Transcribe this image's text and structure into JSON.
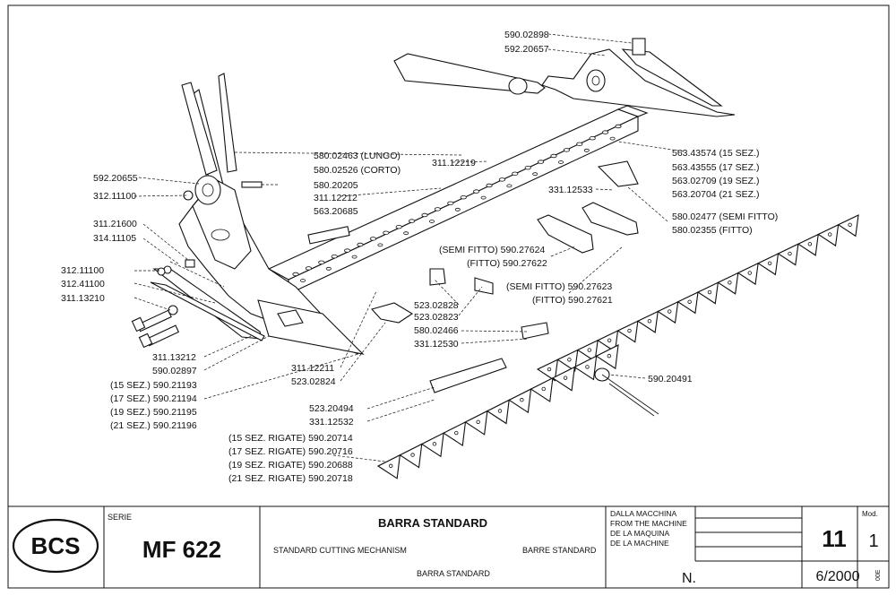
{
  "drawing": {
    "callouts": {
      "c1": "590.02898",
      "c2": "592.20657",
      "c3a": "580.02463 (LUNGO)",
      "c3b": "580.02526 (CORTO)",
      "c4": "592.20655",
      "c5": "312.11100",
      "c6": "580.20205",
      "c7": "311.12212",
      "c8": "563.20685",
      "c9": "311.12219",
      "c10a": "563.43574 (15 SEZ.)",
      "c10b": "563.43555 (17 SEZ.)",
      "c10c": "563.02709 (19 SEZ.)",
      "c10d": "563.20704 (21 SEZ.)",
      "c11": "331.12533",
      "c12a": "580.02477 (SEMI FITTO)",
      "c12b": "580.02355 (FITTO)",
      "c13": "311.21600",
      "c14": "314.11105",
      "c15a": "(SEMI FITTO) 590.27624",
      "c15b": "(FITTO) 590.27622",
      "c16": "312.11100",
      "c17": "312.41100",
      "c18": "311.13210",
      "c19a": "(SEMI FITTO) 590.27623",
      "c19b": "(FITTO) 590.27621",
      "c20": "523.02828",
      "c21": "523.02823",
      "c22": "580.02466",
      "c23": "331.12530",
      "c24": "311.13212",
      "c25": "590.02897",
      "c26": "311.12211",
      "c27": "523.02824",
      "c28": "590.20491",
      "c29a": "(15 SEZ.) 590.21193",
      "c29b": "(17 SEZ.) 590.21194",
      "c29c": "(19 SEZ.) 590.21195",
      "c29d": "(21 SEZ.) 590.21196",
      "c30": "523.20494",
      "c31": "331.12532",
      "c32a": "(15 SEZ. RIGATE) 590.20714",
      "c32b": "(17 SEZ. RIGATE) 590.20716",
      "c32c": "(19 SEZ. RIGATE) 590.20688",
      "c32d": "(21 SEZ. RIGATE) 590.20718"
    }
  },
  "title_block": {
    "logo": "BCS",
    "serie_label": "SERIE",
    "model": "MF 622",
    "title_main": "BARRA STANDARD",
    "title_en": "STANDARD CUTTING MECHANISM",
    "title_fr": "BARRE STANDARD",
    "title_es": "BARRA STANDARD",
    "from_machine": [
      "DALLA MACCHINA",
      "FROM THE MACHINE",
      "DE LA MAQUINA",
      "DE LA MACHINE"
    ],
    "n_label": "N.",
    "table_number": "11",
    "mod_label": "Mod.",
    "mod_value": "1",
    "date": "6/2000",
    "side_code": "00E"
  }
}
